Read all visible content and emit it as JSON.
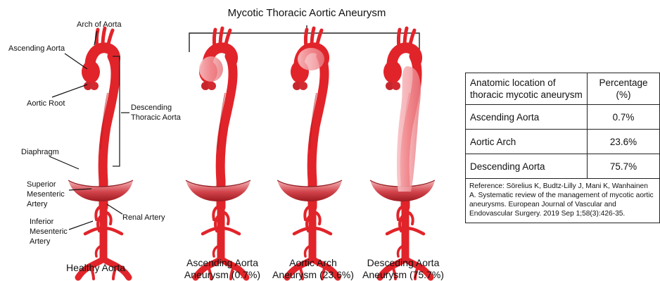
{
  "title": "Mycotic Thoracic Aortic Aneurysm",
  "healthy": {
    "caption": "Healthy Aorta",
    "labels": {
      "arch": "Arch of Aorta",
      "ascending": "Ascending Aorta",
      "root": "Aortic Root",
      "descending_line1": "Descending",
      "descending_line2": "Thoracic Aorta",
      "diaphragm": "Diaphragm",
      "sma_line1": "Superior",
      "sma_line2": "Mesenteric",
      "sma_line3": "Artery",
      "renal": "Renal Artery",
      "ima_line1": "Inferior",
      "ima_line2": "Mesenteric",
      "ima_line3": "Artery"
    }
  },
  "aneurysm_types": [
    {
      "line1": "Ascending Aorta",
      "line2": "Aneurysm (0.7%)"
    },
    {
      "line1": "Aortic Arch",
      "line2": "Aneurysm (23.6%)"
    },
    {
      "line1": "Desceding Aorta",
      "line2": "Aneurysm (75.7%)"
    }
  ],
  "table": {
    "header_location_line1": "Anatomic location of",
    "header_location_line2": "thoracic mycotic aneurysm",
    "header_percentage": "Percentage (%)",
    "rows": [
      {
        "location": "Ascending Aorta",
        "percentage": "0.7%"
      },
      {
        "location": "Aortic Arch",
        "percentage": "23.6%"
      },
      {
        "location": "Descending Aorta",
        "percentage": "75.7%"
      }
    ],
    "reference": "Reference: Sörelius K, Budtz-Lilly J, Mani K, Wanhainen A. Systematic review of the management of mycotic aortic aneurysms. European Journal of Vascular and Endovascular Surgery. 2019 Sep 1;58(3):426-35."
  },
  "colors": {
    "aorta": "#e1242a",
    "aorta_dark": "#b71c20",
    "diaphragm": "#c9323a",
    "aneurysm": "#f4a6aa"
  }
}
